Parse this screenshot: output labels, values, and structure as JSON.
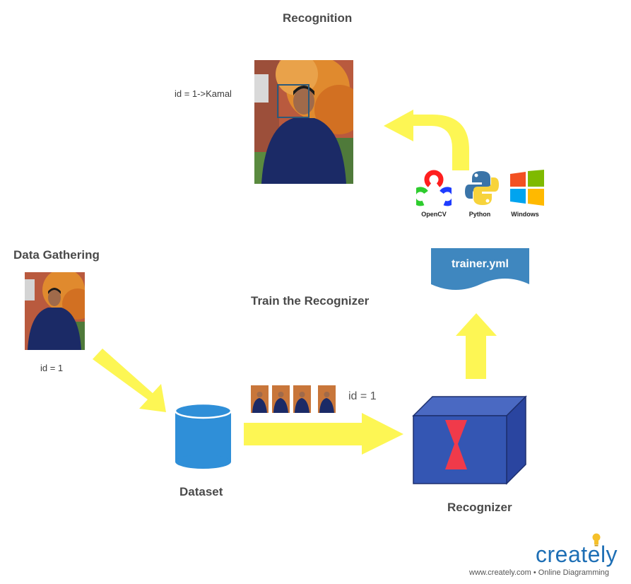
{
  "sections": {
    "recognition": "Recognition",
    "data_gathering": "Data Gathering",
    "train": "Train the Recognizer"
  },
  "labels": {
    "recognized_id": "id = 1->Kamal",
    "gather_id": "id = 1",
    "train_id": "id = 1",
    "dataset": "Dataset",
    "recognizer": "Recognizer",
    "trainer_file": "trainer.yml"
  },
  "logos": [
    {
      "name": "opencv-logo",
      "label": "OpenCV"
    },
    {
      "name": "python-logo",
      "label": "Python"
    },
    {
      "name": "windows-logo",
      "label": "Windows"
    }
  ],
  "footer": {
    "brand": "creately",
    "tagline": "www.creately.com • Online Diagramming"
  },
  "colors": {
    "arrow": "#fdf654",
    "dataset": "#2f8fd8",
    "recognizer_box": "#2d4ea8",
    "hourglass": "#f03a4a",
    "document": "#3f87bf",
    "brand": "#1e6fb5"
  }
}
